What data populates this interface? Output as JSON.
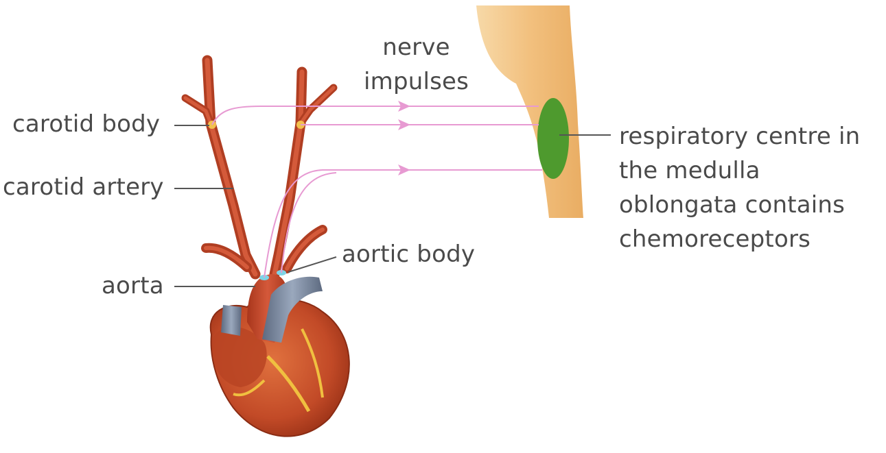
{
  "labels": {
    "nerve_impulses": [
      "nerve",
      "impulses"
    ],
    "carotid_body": "carotid body",
    "carotid_artery": "carotid artery",
    "aorta": "aorta",
    "aortic_body": "aortic body",
    "respiratory_centre": [
      "respiratory centre in",
      "the medulla",
      "oblongata contains",
      "chemoreceptors"
    ]
  },
  "colors": {
    "text": "#4a4a4a",
    "leader_line": "#555555",
    "nerve_path": "#e79ad2",
    "artery": "#c8492a",
    "heart": "#c9502d",
    "vein": "#7f8fa6",
    "brainstem": "#f3c98e",
    "medulla_centre": "#4e9a2e",
    "chemoreceptor": "#f2c14e",
    "aortic_receptor": "#7ed4e6"
  }
}
